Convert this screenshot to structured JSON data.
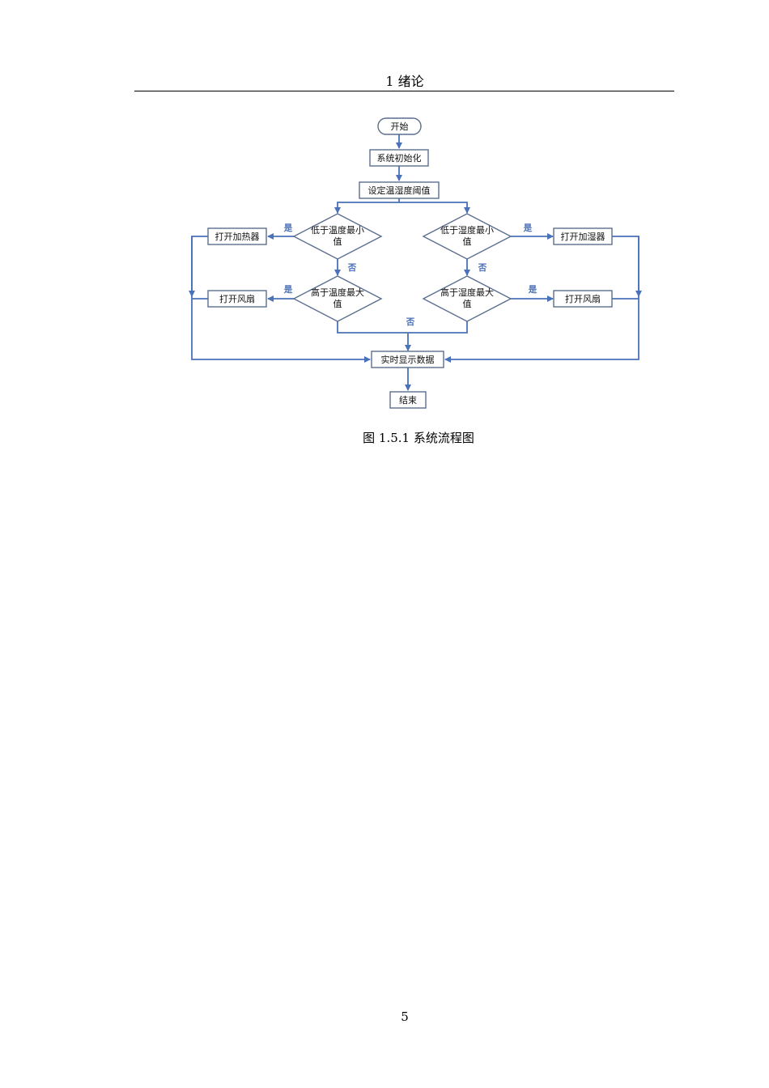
{
  "header": {
    "title": "1 绪论"
  },
  "flowchart": {
    "colors": {
      "line": "#4a72b8",
      "edge_label": "#4a6fb5",
      "box_stroke": "#5a6f8f"
    },
    "nodes": {
      "start": "开始",
      "init": "系统初始化",
      "set_threshold": "设定温湿度阈值",
      "temp_low": [
        "低于温度最小",
        "值"
      ],
      "temp_high": [
        "高于温度最大",
        "值"
      ],
      "hum_low": [
        "低于湿度最小",
        "值"
      ],
      "hum_high": [
        "高于湿度最大",
        "值"
      ],
      "heater": "打开加热器",
      "fan_left": "打开风扇",
      "humidifier": "打开加湿器",
      "fan_right": "打开风扇",
      "display": "实时显示数据",
      "end": "结束"
    },
    "edge_labels": {
      "yes": "是",
      "no": "否"
    }
  },
  "caption": "图 1.5.1 系统流程图",
  "page_number": "5"
}
